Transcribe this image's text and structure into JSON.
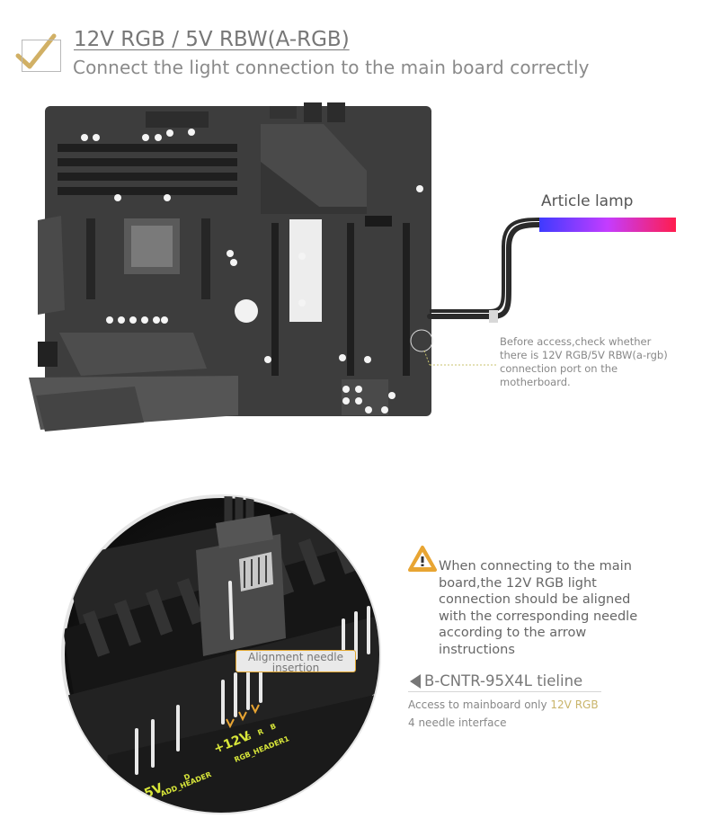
{
  "header": {
    "title": "12V RGB / 5V RBW(A-RGB)",
    "subtitle": "Connect the light connection to the main board correctly",
    "check_icon": "checkmark-icon"
  },
  "motherboard": {
    "lamp_label": "Article lamp",
    "note": "Before access,check whether there is 12V RGB/5V RBW(a-rgb) connection port on the motherboard."
  },
  "closeup": {
    "callout": "Alignment needle insertion",
    "warning": "When connecting to the main board,the 12V RGB light connection should be aligned with the corresponding needle according to the arrow instructions",
    "tieline_title": "B-CNTR-95X4L tieline",
    "access_prefix": "Access to mainboard only ",
    "access_highlight": "12V RGB",
    "access_suffix": "4 needle interface",
    "board_labels": [
      "+5V",
      "D",
      "ADD_HEADER",
      "+12V",
      "G",
      "R",
      "B",
      "RGB_HEADER1"
    ]
  },
  "colors": {
    "gold": "#c9a24a",
    "warning": "#e8a533",
    "board": "#3b3b3b",
    "lamp_left": "#4a3cff",
    "lamp_right": "#ff1f5a",
    "silk": "#d8e63a"
  }
}
